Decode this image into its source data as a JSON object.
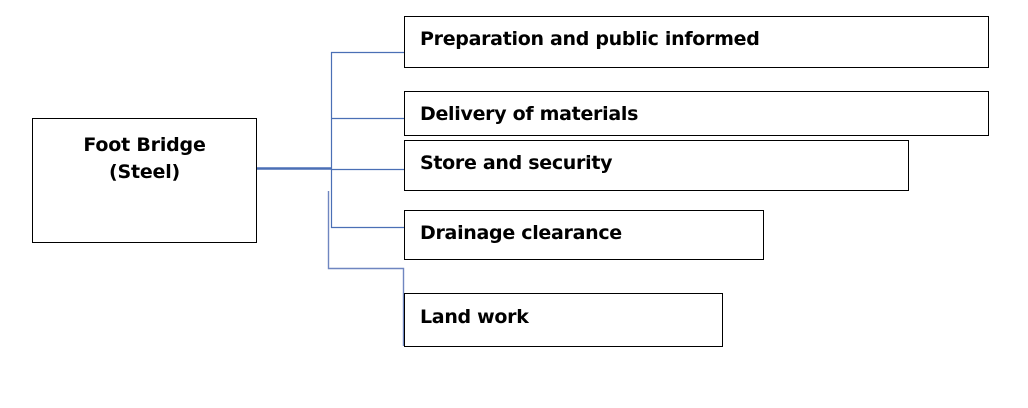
{
  "diagram": {
    "type": "tree",
    "root": {
      "lines": [
        "Foot Bridge",
        "(Steel)"
      ]
    },
    "tasks": [
      {
        "label": "Preparation and public informed"
      },
      {
        "label": "Delivery of materials"
      },
      {
        "label": "Store and security"
      },
      {
        "label": "Drainage clearance"
      },
      {
        "label": "Land work"
      }
    ],
    "colors": {
      "connector": "#4a6fb5",
      "box_border": "#000000",
      "text": "#000000"
    }
  }
}
